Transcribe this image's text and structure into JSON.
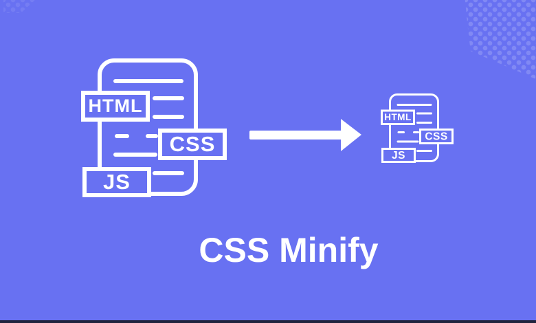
{
  "page": {
    "title": "CSS Minify"
  },
  "colors": {
    "background": "#6871f2",
    "stroke": "#ffffff",
    "dots": "rgba(255,255,255,0.17)",
    "bottom_bar": "#20233d"
  },
  "icons": {
    "large_file": {
      "html_label": "HTML",
      "css_label": "CSS",
      "js_label": "JS"
    },
    "small_file": {
      "html_label": "HTML",
      "css_label": "CSS",
      "js_label": "JS"
    }
  }
}
